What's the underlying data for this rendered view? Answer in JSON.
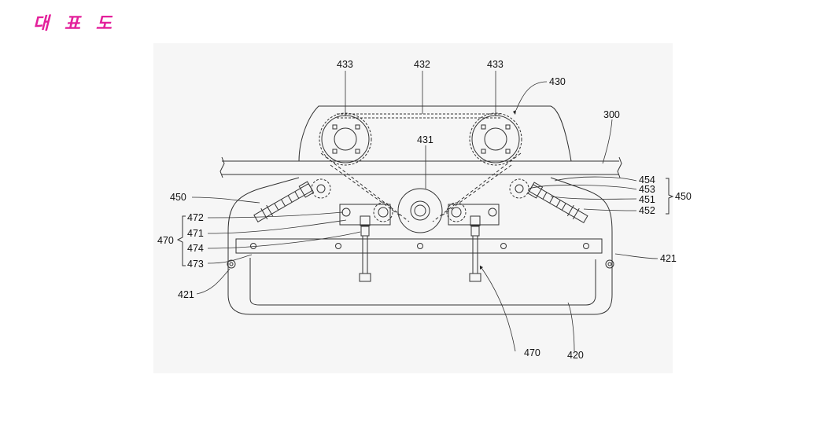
{
  "title": "대 표 도",
  "labels": {
    "l433a": "433",
    "l432": "432",
    "l433b": "433",
    "l430": "430",
    "l300": "300",
    "l431": "431",
    "l454": "454",
    "l453": "453",
    "l451": "451",
    "l452": "452",
    "l450r": "450",
    "l450l": "450",
    "l472": "472",
    "l471": "471",
    "l474": "474",
    "l473": "473",
    "l470l": "470",
    "l421r": "421",
    "l421l": "421",
    "l470b": "470",
    "l420": "420"
  },
  "colors": {
    "title": "#e3209b",
    "line": "#333333",
    "panel": "#f6f6f6"
  }
}
